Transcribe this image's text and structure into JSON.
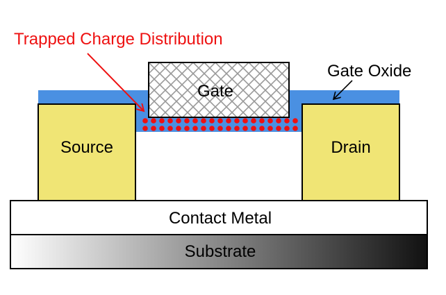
{
  "title": "Trapped Charge Distribution",
  "labels": {
    "gate": "Gate",
    "gate_oxide": "Gate Oxide",
    "source": "Source",
    "drain": "Drain",
    "contact_metal": "Contact Metal",
    "substrate": "Substrate"
  },
  "charges": {
    "rows": 2,
    "per_row": 19
  },
  "colors": {
    "oxide": "#4a90e2",
    "source_drain": "#f0e575",
    "charge": "#ee1111",
    "annotation_red": "#ee1111",
    "hatch": "#999999",
    "substrate_start": "#ffffff",
    "substrate_end": "#111111"
  }
}
